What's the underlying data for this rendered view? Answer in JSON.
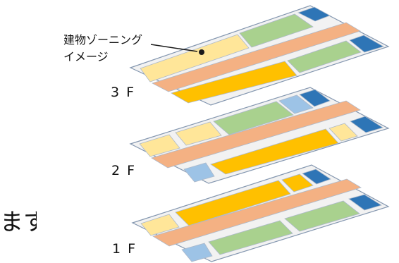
{
  "callout": {
    "line1": "建物ゾーニング",
    "line2": "イメージ"
  },
  "floors": {
    "f3": "3 F",
    "f2": "2 F",
    "f1": "1 F"
  },
  "cut_text": "ます",
  "colors": {
    "light_yellow": "#FFE699",
    "salmon": "#F4B183",
    "green": "#A9D18E",
    "orange": "#FFC000",
    "dark_blue": "#2E75B6",
    "light_blue": "#9DC3E6",
    "plate_fill": "#F2F2F2",
    "plate_stroke": "#8497B0"
  }
}
